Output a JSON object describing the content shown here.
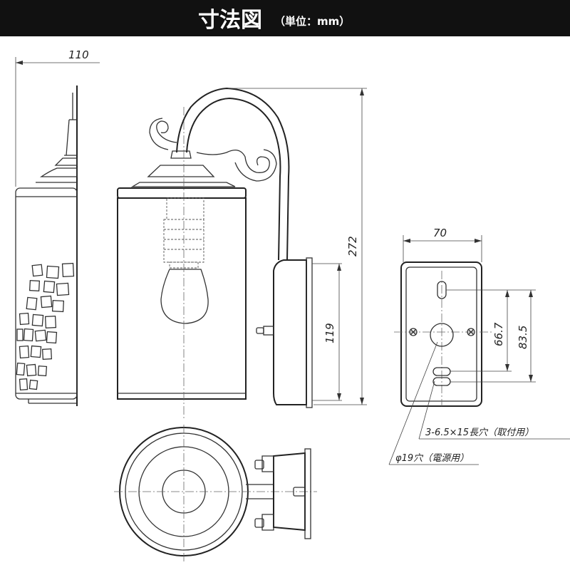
{
  "header": {
    "title": "寸法図",
    "unit_label": "（単位：mm）"
  },
  "dimensions": {
    "depth": "110",
    "height_total": "272",
    "height_backplate": "119",
    "backplate_width": "70",
    "hole_spacing_small": "66.7",
    "hole_spacing_large": "83.5"
  },
  "notes": {
    "slot_holes": "3-6.5×15長穴（取付用）",
    "cable_hole": "φ19穴（電源用）"
  },
  "colors": {
    "header_bg": "#111111",
    "header_text": "#ffffff",
    "line": "#333333"
  }
}
